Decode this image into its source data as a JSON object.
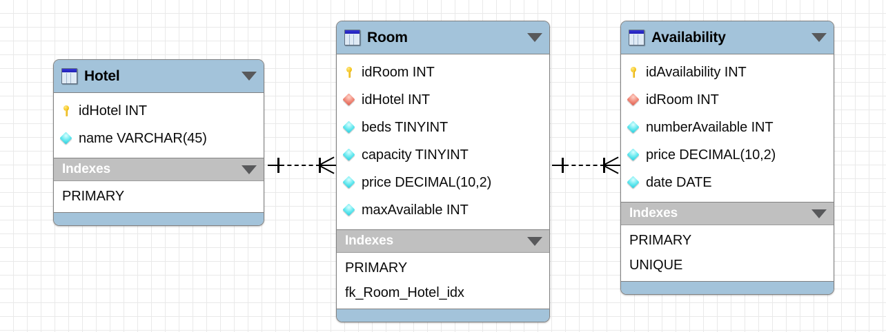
{
  "diagram": {
    "type": "er-diagram",
    "notation": "crows-foot",
    "background": "#ffffff",
    "grid_color": "#e9e9e9",
    "header_color": "#a3c3da",
    "indexes_header_color": "#c0c0c0",
    "indexes_label": "Indexes",
    "collapse_icon": "chevron-down-icon",
    "table_icon": "table-icon"
  },
  "tables": [
    {
      "name": "Hotel",
      "fields": [
        {
          "icon": "primary-key-icon",
          "text": "idHotel INT"
        },
        {
          "icon": "column-icon",
          "text": "name VARCHAR(45)"
        }
      ],
      "indexes_label": "Indexes",
      "indexes": [
        {
          "text": "PRIMARY"
        }
      ]
    },
    {
      "name": "Room",
      "fields": [
        {
          "icon": "primary-key-icon",
          "text": "idRoom INT"
        },
        {
          "icon": "foreign-key-icon",
          "text": "idHotel INT"
        },
        {
          "icon": "column-icon",
          "text": "beds TINYINT"
        },
        {
          "icon": "column-icon",
          "text": "capacity TINYINT"
        },
        {
          "icon": "column-icon",
          "text": "price DECIMAL(10,2)"
        },
        {
          "icon": "column-icon",
          "text": "maxAvailable INT"
        }
      ],
      "indexes_label": "Indexes",
      "indexes": [
        {
          "text": "PRIMARY"
        },
        {
          "text": "fk_Room_Hotel_idx"
        }
      ]
    },
    {
      "name": "Availability",
      "fields": [
        {
          "icon": "primary-key-icon",
          "text": "idAvailability INT"
        },
        {
          "icon": "foreign-key-icon",
          "text": "idRoom INT"
        },
        {
          "icon": "column-icon",
          "text": "numberAvailable INT"
        },
        {
          "icon": "column-icon",
          "text": "price DECIMAL(10,2)"
        },
        {
          "icon": "column-icon",
          "text": "date DATE"
        }
      ],
      "indexes_label": "Indexes",
      "indexes": [
        {
          "text": "PRIMARY"
        },
        {
          "text": "UNIQUE"
        }
      ]
    }
  ],
  "relationships": [
    {
      "from": "Hotel",
      "to": "Room",
      "cardinality": "one-to-many"
    },
    {
      "from": "Room",
      "to": "Availability",
      "cardinality": "one-to-many"
    }
  ]
}
